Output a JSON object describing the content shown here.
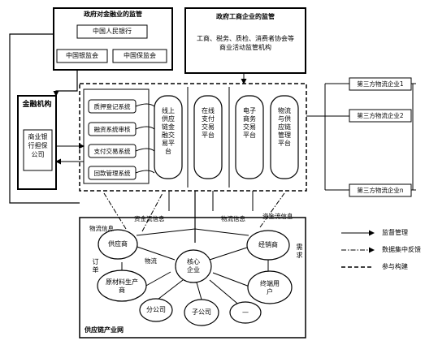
{
  "gov_finance": {
    "title": "政府对金融业的监管",
    "pboc": "中国人民银行",
    "cbrc": "中国银监会",
    "circ": "中国保监会"
  },
  "gov_commerce": {
    "title": "政府工商企业的监管",
    "desc": "工商、税务、质检、消费者协会等商业活动监管机构"
  },
  "finance_org": {
    "title": "金融机构",
    "inner": "商业银行担保公司"
  },
  "systems": {
    "items": [
      "质押登记系统",
      "融资系统审核",
      "支付交易系统",
      "回款管理系统"
    ]
  },
  "platforms": {
    "items": [
      "线上供应链金融交易平台",
      "在线支付交易平台",
      "电子商务交易平台",
      "物流与供应链管理平台"
    ]
  },
  "third_party": {
    "items": [
      "第三方物流企业1",
      "第三方物流企业2",
      "第三方物流企业n"
    ]
  },
  "network": {
    "title": "供应链产业网",
    "nodes": {
      "supplier": "供应商",
      "material": "原材料生产商",
      "core": "核心企业",
      "dealer": "经销商",
      "enduser": "终端用户",
      "branch": "分公司",
      "subsidiary": "子公司",
      "dash": "—"
    },
    "edge_labels": {
      "logistics_left": "物流信息",
      "fund_left": "资金流信息",
      "logistics_right": "物流信息",
      "fund_right": "资金流信息",
      "order": "订单",
      "flow": "物流",
      "demand": "需求"
    }
  },
  "legend": {
    "supervise": "监督管理",
    "feedback": "数据集中反馈",
    "build": "参与构建"
  }
}
